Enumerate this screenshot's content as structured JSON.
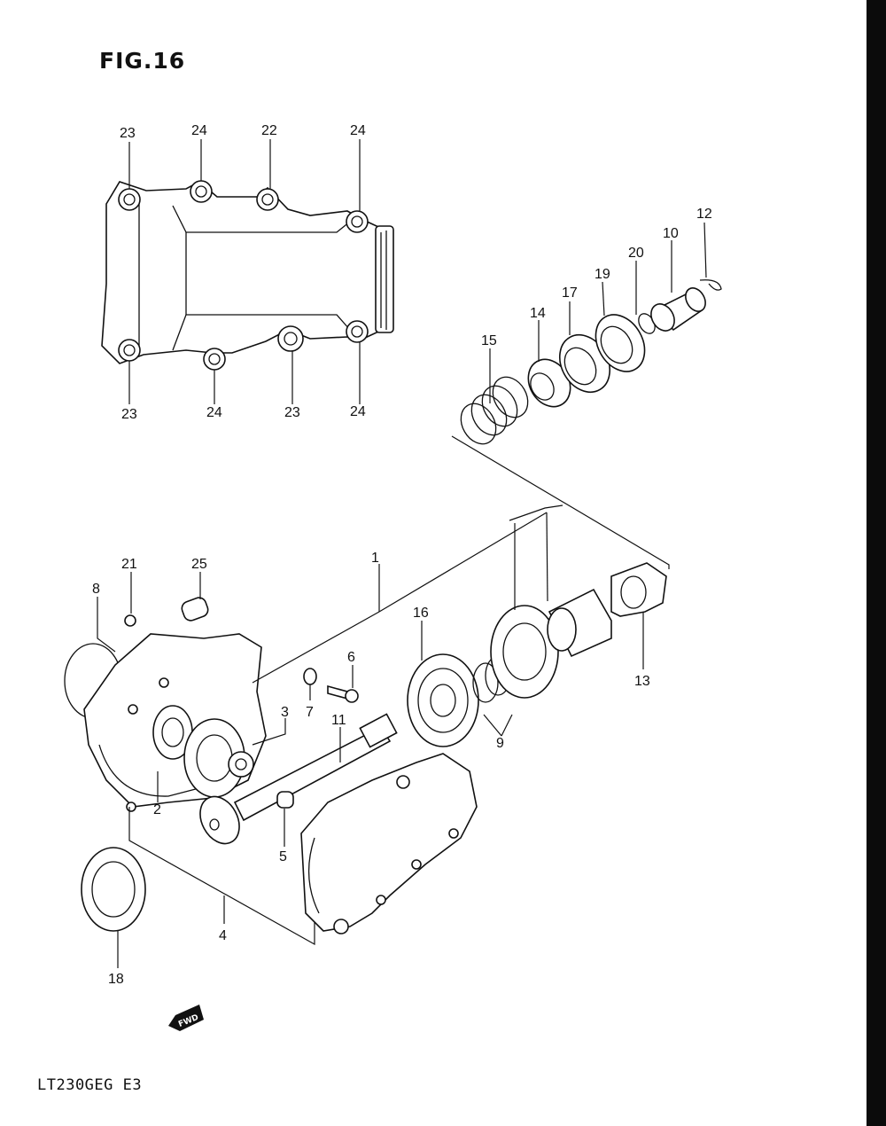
{
  "figure_title": "FIG.16",
  "model_code": "LT230GEG E3",
  "fwd_label": "FWD",
  "callouts": [
    {
      "id": "c23a",
      "text": "23"
    },
    {
      "id": "c24a",
      "text": "24"
    },
    {
      "id": "c22",
      "text": "22"
    },
    {
      "id": "c24b",
      "text": "24"
    },
    {
      "id": "c23b",
      "text": "23"
    },
    {
      "id": "c24c",
      "text": "24"
    },
    {
      "id": "c23c",
      "text": "23"
    },
    {
      "id": "c24d",
      "text": "24"
    },
    {
      "id": "c12",
      "text": "12"
    },
    {
      "id": "c10",
      "text": "10"
    },
    {
      "id": "c20",
      "text": "20"
    },
    {
      "id": "c19",
      "text": "19"
    },
    {
      "id": "c17",
      "text": "17"
    },
    {
      "id": "c14",
      "text": "14"
    },
    {
      "id": "c15",
      "text": "15"
    },
    {
      "id": "c1",
      "text": "1"
    },
    {
      "id": "c21",
      "text": "21"
    },
    {
      "id": "c25",
      "text": "25"
    },
    {
      "id": "c8",
      "text": "8"
    },
    {
      "id": "c16",
      "text": "16"
    },
    {
      "id": "c13",
      "text": "13"
    },
    {
      "id": "c6",
      "text": "6"
    },
    {
      "id": "c7",
      "text": "7"
    },
    {
      "id": "c3",
      "text": "3"
    },
    {
      "id": "c11",
      "text": "11"
    },
    {
      "id": "c9",
      "text": "9"
    },
    {
      "id": "c2",
      "text": "2"
    },
    {
      "id": "c5",
      "text": "5"
    },
    {
      "id": "c4",
      "text": "4"
    },
    {
      "id": "c18",
      "text": "18"
    }
  ]
}
